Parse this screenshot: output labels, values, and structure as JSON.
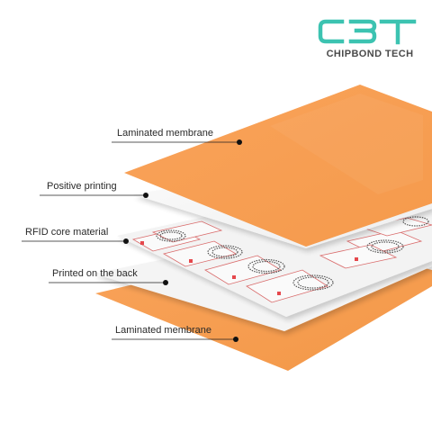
{
  "brand": {
    "logo_text": "CBT",
    "subtitle": "CHIPBOND TECH",
    "accent_color": "#3cc3b1",
    "subtitle_color": "#4a4a4a"
  },
  "layers": [
    {
      "id": "laminated-top",
      "label": "Laminated membrane",
      "color": "#f8a155"
    },
    {
      "id": "positive-printing",
      "label": "Positive printing",
      "color": "#f6f6f6"
    },
    {
      "id": "rfid-core",
      "label": "RFID core material",
      "color": "#f2f2f2"
    },
    {
      "id": "printed-back",
      "label": "Printed on the back",
      "color": "#f5f5f5"
    },
    {
      "id": "laminated-bottom",
      "label": "Laminated membrane",
      "color": "#f8a155"
    }
  ],
  "rfid_inlay": {
    "pattern": "grid of printed RFID coil antennas with red chip markers",
    "coil_color": "#555555",
    "chip_color": "#e5484d"
  }
}
